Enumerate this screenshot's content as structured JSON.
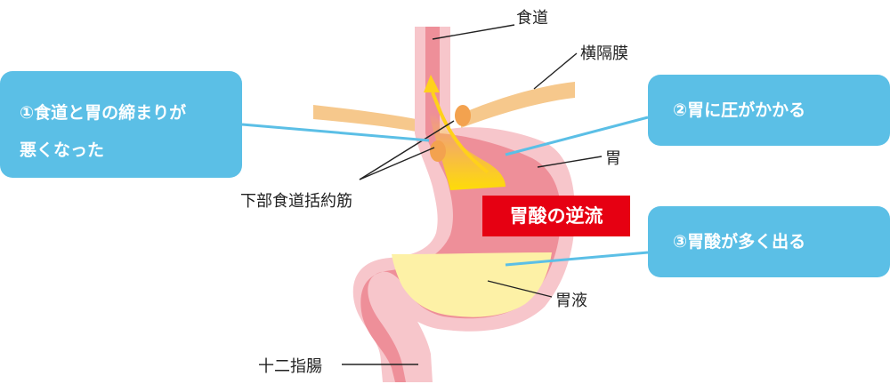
{
  "labels": {
    "esophagus": "食道",
    "diaphragm": "横隔膜",
    "stomach": "胃",
    "les": "下部食道括約筋",
    "gastric_fluid": "胃液",
    "duodenum": "十二指腸"
  },
  "acid_reflux_label": "胃酸の逆流",
  "callouts": {
    "c1_line1": "①食道と胃の締まりが",
    "c1_line2": "悪くなった",
    "c2": "②胃に圧がかかる",
    "c3": "③胃酸が多く出る"
  },
  "colors": {
    "callout": "#5bbfe6",
    "reflux_badge": "#e60012",
    "stomach_wall": "#f7c6cb",
    "stomach_inner": "#ee8f99",
    "gastric_fluid": "#fdf1a6",
    "diaphragm": "#f6c88c",
    "sphincter": "#f3a24f",
    "reflux_arrow": "#ffd11a"
  }
}
